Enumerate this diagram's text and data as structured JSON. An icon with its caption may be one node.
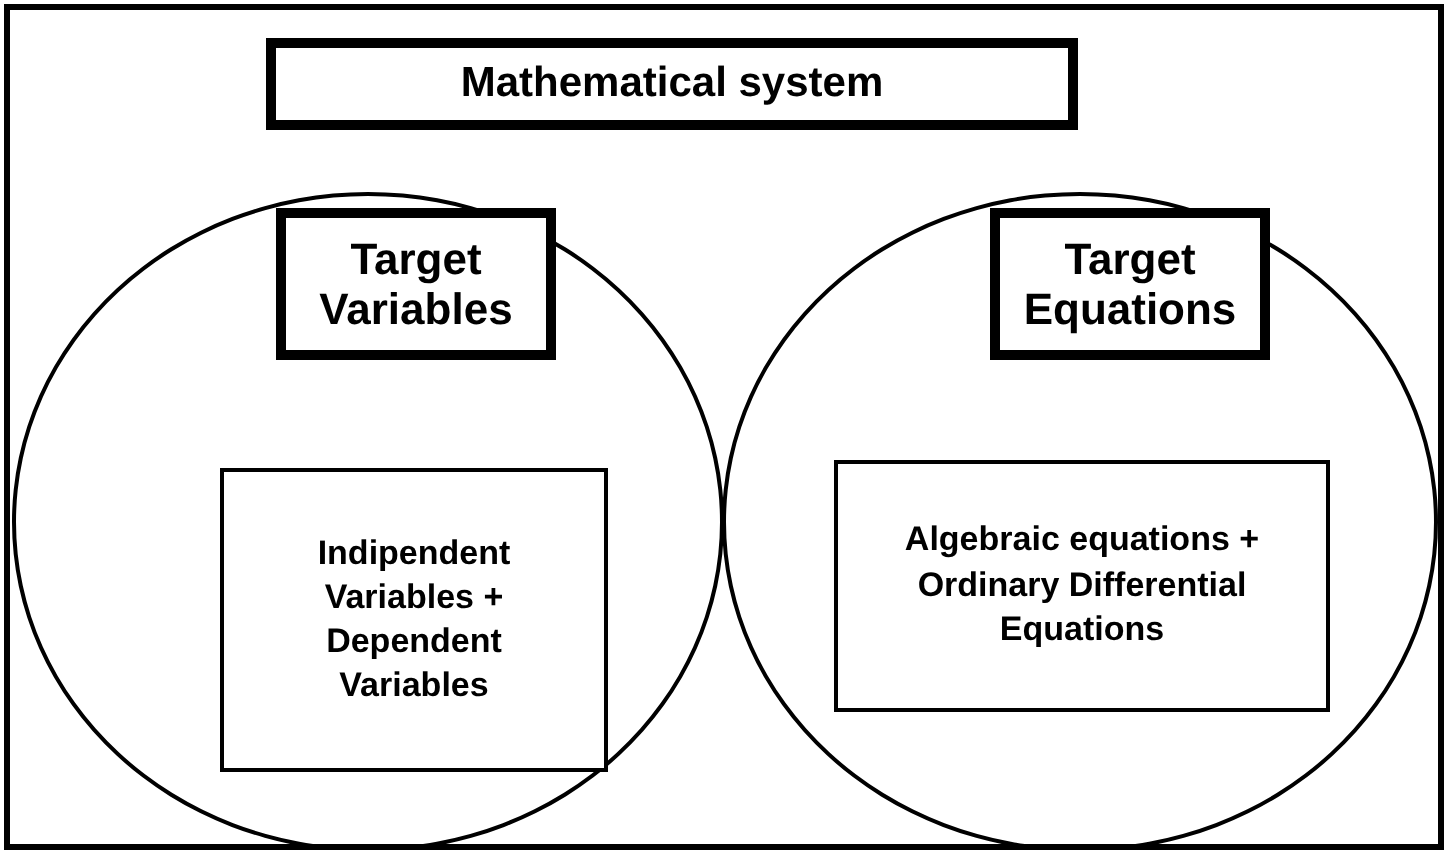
{
  "diagram": {
    "nodes": [
      {
        "text": [
          "Mathematical system"
        ]
      },
      {
        "text": [],
        "shape": "circle"
      },
      {
        "text": [
          "Target Variables"
        ],
        "in": 1
      },
      {
        "text": [
          "Indipendent Variables + Dependent Variables"
        ],
        "in": 1
      },
      {
        "text": [],
        "shape": "circle"
      },
      {
        "text": [
          "Target Equations"
        ],
        "in": 4
      },
      {
        "text": [
          "Algebraic equations + Ordinary Differential Equations"
        ],
        "in": 4
      }
    ]
  }
}
